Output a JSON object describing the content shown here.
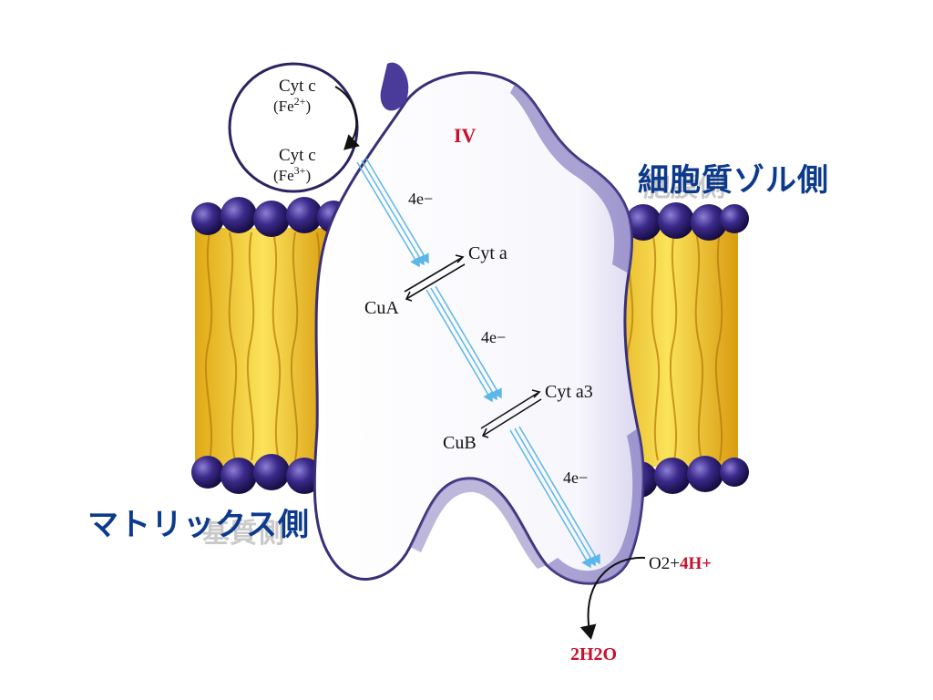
{
  "cytc_top": {
    "name": "Cyt c",
    "state": "(Fe2+)",
    "sup": "2+"
  },
  "cytc_bottom": {
    "name": "Cyt c",
    "state": "(Fe3+)",
    "sup": "3+"
  },
  "complex_label": "IV",
  "electron_labels": [
    "4e−",
    "4e−",
    "4e−"
  ],
  "cyt_a": "Cyt a",
  "cyt_a3": "Cyt a3",
  "cu_a": "CuA",
  "cu_b": "CuB",
  "o2_reaction": {
    "o2": "O2",
    "plus": "+",
    "protons": "4H+"
  },
  "water": "2H2O",
  "side_labels": {
    "cytosol": "細胞質ゾル側",
    "cytosol_ghost": "胞膜側",
    "matrix": "マトリックス側",
    "matrix_ghost": "基質側"
  },
  "colors": {
    "membrane_head": "#3b2a8a",
    "lipid_tail": "#f2c623",
    "protein_outline": "#3a2f77",
    "electron_arrow": "#5ab7e8",
    "red_text": "#c8102e",
    "side_label": "#0c3a8c"
  }
}
